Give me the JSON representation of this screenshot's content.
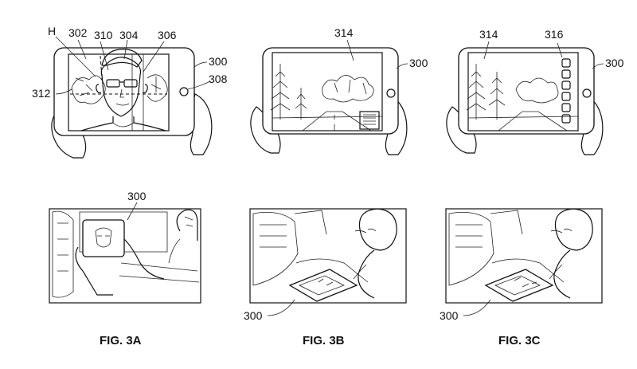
{
  "figures": [
    {
      "id": "3A",
      "caption": "FIG. 3A",
      "labels": {
        "h": "H",
        "face_region": "302",
        "eye_region": "310",
        "face": "304",
        "display": "306",
        "device": "300",
        "button": "308",
        "background": "312",
        "scene_device": "300"
      }
    },
    {
      "id": "3B",
      "caption": "FIG. 3B",
      "labels": {
        "scene": "314",
        "device": "300",
        "scene_device": "300"
      }
    },
    {
      "id": "3C",
      "caption": "FIG. 3C",
      "labels": {
        "scene": "314",
        "controls": "316",
        "device": "300",
        "scene_device": "300"
      }
    }
  ],
  "icons": [
    "tablet-icon",
    "hand-icon",
    "face-icon",
    "tree-icon",
    "road-icon",
    "building-icon",
    "person-icon",
    "car-seat-icon"
  ]
}
